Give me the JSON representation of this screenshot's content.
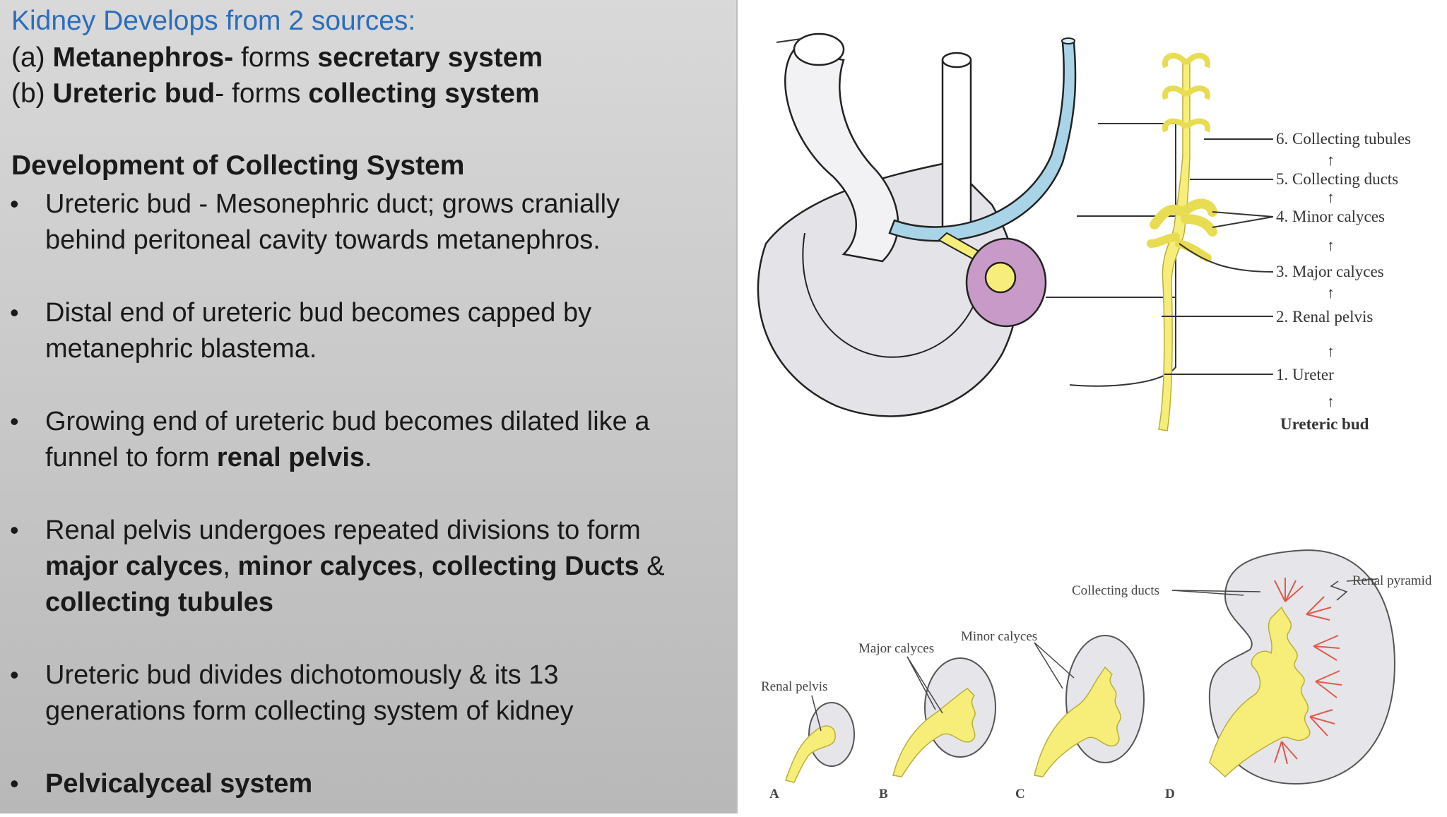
{
  "slide": {
    "title": "Kidney Develops from 2 sources:",
    "sources": [
      {
        "prefix": "(a) ",
        "bold1": "Metanephros-",
        "mid": " forms ",
        "bold2": "secretary system"
      },
      {
        "prefix": "(b) ",
        "bold1": "Ureteric bud",
        "mid": "-  forms ",
        "bold2": "collecting system"
      }
    ],
    "section_heading": "Development of Collecting System",
    "bullets": {
      "b1": {
        "l1": "Ureteric bud - Mesonephric duct; grows cranially",
        "l2": "behind  peritoneal cavity towards metanephros."
      },
      "b2": {
        "l1": "Distal end of ureteric bud becomes capped by",
        "l2": "metanephric blastema."
      },
      "b3": {
        "l1": "Growing end of ureteric bud becomes dilated like a",
        "l2_pre": "funnel to form ",
        "l2_bold": "renal pelvis",
        "l2_post": "."
      },
      "b4": {
        "l1": "Renal pelvis undergoes repeated divisions to form",
        "l2_bold1": "major calyces",
        "l2_sep1": ", ",
        "l2_bold2": "minor calyces",
        "l2_sep2": ", ",
        "l2_bold3": "collecting Ducts",
        "l2_post": " &",
        "l3_bold": "collecting tubules"
      },
      "b5": {
        "l1": "Ureteric bud divides dichotomously & its 13",
        "l2": "generations form collecting system of  kidney"
      },
      "b6": {
        "bold": "Pelvicalyceal system"
      }
    },
    "bullet_char": "•"
  },
  "figure_top": {
    "labels": [
      "6. Collecting tubules",
      "5. Collecting ducts",
      "4. Minor calyces",
      "3. Major calyces",
      "2. Renal pelvis",
      "1. Ureter"
    ],
    "base_label": "Ureteric bud",
    "arrow": "↑"
  },
  "figure_bottom": {
    "collecting_ducts": "Collecting ducts",
    "renal_pyramid": "Renal pyramid",
    "minor_calyces": "Minor calyces",
    "major_calyces": "Major calyces",
    "renal_pelvis": "Renal pelvis",
    "stages": [
      "A",
      "B",
      "C",
      "D"
    ]
  },
  "colors": {
    "title_blue": "#2a6ebb",
    "duct_blue": "#a9d4e8",
    "bud_yellow": "#f7ee7a",
    "blastema_purple": "#c79ac7",
    "pyramid_red": "#e05a4a"
  }
}
